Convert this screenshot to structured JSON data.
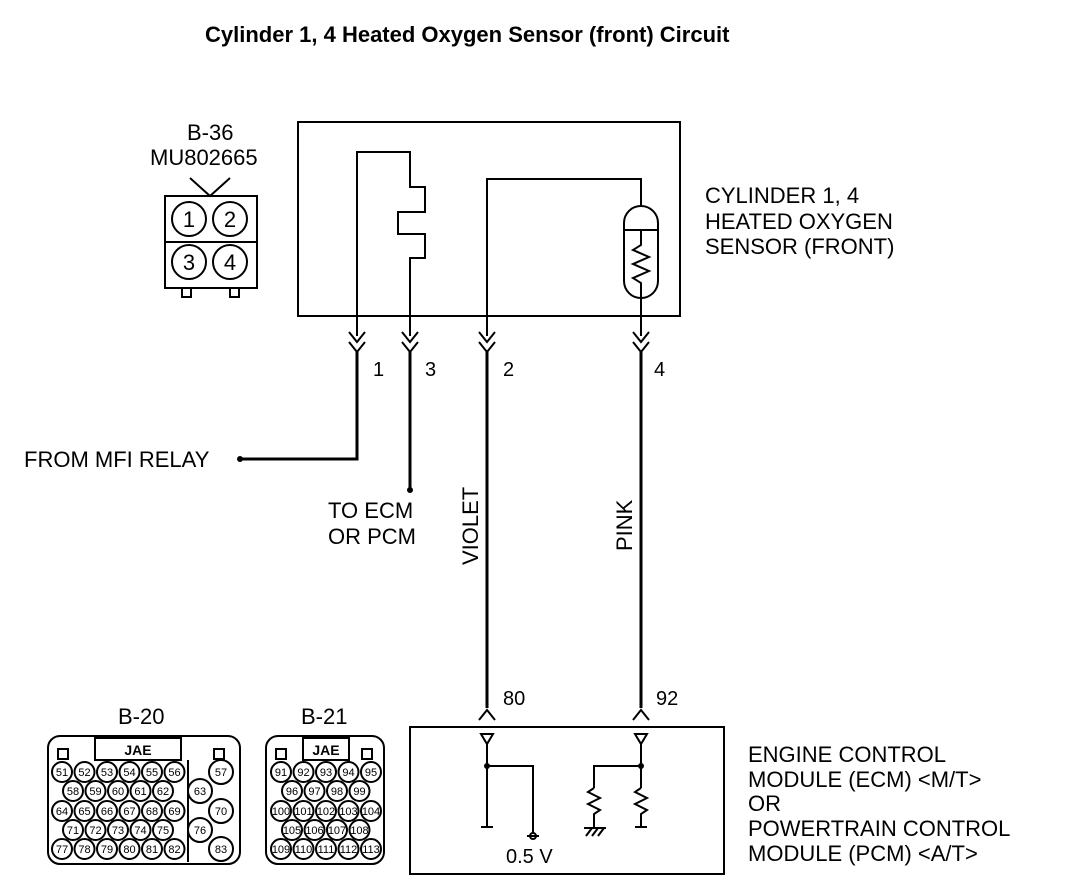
{
  "title": "Cylinder 1, 4 Heated Oxygen Sensor (front) Circuit",
  "sensor_connector": {
    "id": "B-36",
    "part": "MU802665",
    "pins": [
      "1",
      "2",
      "3",
      "4"
    ]
  },
  "sensor_label": [
    "CYLINDER 1, 4",
    "HEATED OXYGEN",
    "SENSOR (FRONT)"
  ],
  "terminals": [
    "1",
    "3",
    "2",
    "4"
  ],
  "from_mfi_relay": "FROM MFI RELAY",
  "to_ecm": [
    "TO ECM",
    "OR PCM"
  ],
  "wire_colors": {
    "violet": "VIOLET",
    "pink": "PINK"
  },
  "ecm_pins": [
    "80",
    "92"
  ],
  "voltage": "0.5 V",
  "ecm_label": [
    "ENGINE CONTROL",
    "MODULE (ECM) <M/T>",
    "OR",
    "POWERTRAIN CONTROL",
    "MODULE (PCM) <A/T>"
  ],
  "connector_b20": {
    "id": "B-20",
    "maker": "JAE",
    "row1": [
      "51",
      "52",
      "53",
      "54",
      "55",
      "56",
      "57"
    ],
    "row2": [
      "58",
      "59",
      "60",
      "61",
      "62",
      "63"
    ],
    "row3": [
      "64",
      "65",
      "66",
      "67",
      "68",
      "69",
      "70"
    ],
    "row4": [
      "71",
      "72",
      "73",
      "74",
      "75",
      "76"
    ],
    "row5": [
      "77",
      "78",
      "79",
      "80",
      "81",
      "82",
      "83"
    ]
  },
  "connector_b21": {
    "id": "B-21",
    "maker": "JAE",
    "row1": [
      "91",
      "92",
      "93",
      "94",
      "95"
    ],
    "row2": [
      "96",
      "97",
      "98",
      "99"
    ],
    "row3": [
      "100",
      "101",
      "102",
      "103",
      "104"
    ],
    "row4": [
      "105",
      "106",
      "107",
      "108"
    ],
    "row5": [
      "109",
      "110",
      "111",
      "112",
      "113"
    ]
  }
}
